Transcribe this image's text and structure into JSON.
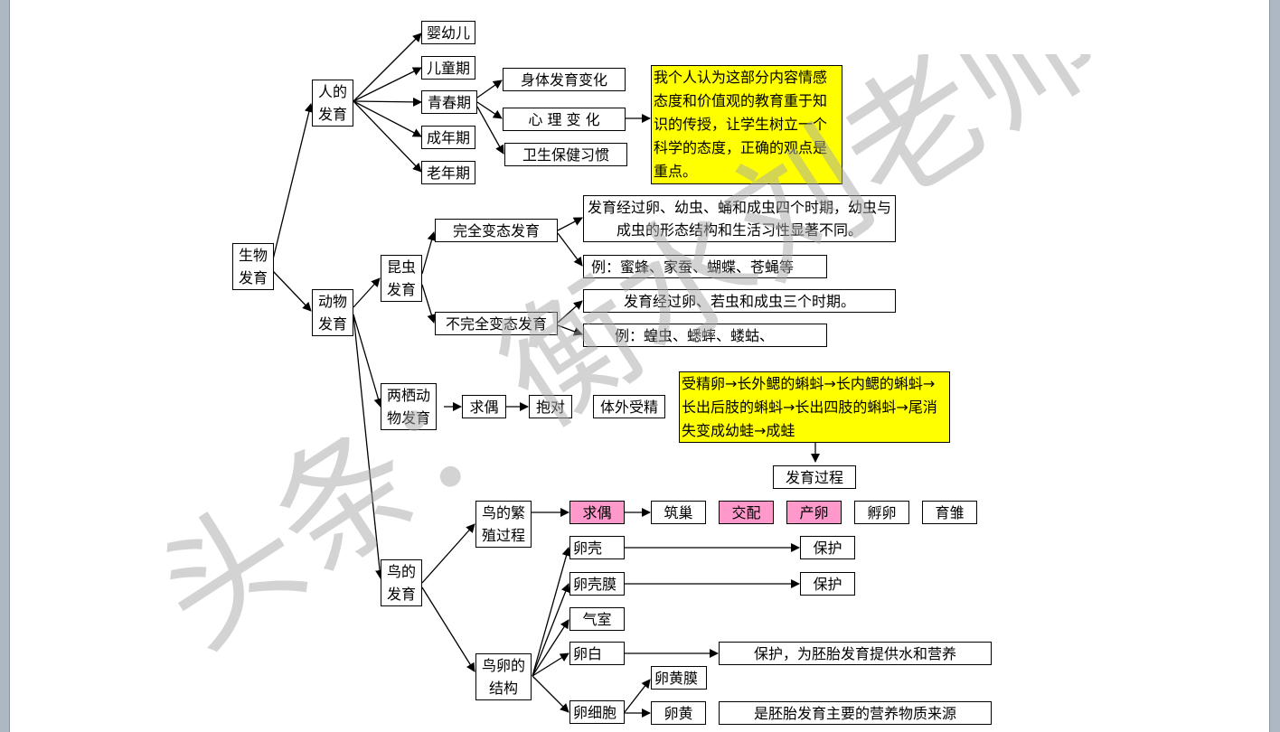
{
  "colors": {
    "highlight_yellow": "#ffff00",
    "highlight_pink": "#ff99cc",
    "line": "#000000",
    "watermark": "#c0c0c0"
  },
  "root": {
    "line1": "生物",
    "line2": "发育"
  },
  "human": {
    "line1": "人的",
    "line2": "发育",
    "stages": [
      "婴幼儿",
      "儿童期",
      "青春期",
      "成年期",
      "老年期"
    ],
    "puberty_items": [
      "身体发育变化",
      "心 理 变 化",
      "卫生保健习惯"
    ],
    "comment": "我个人认为这部分内容情感态度和价值观的教育重于知识的传授，让学生树立一个科学的态度，正确的观点是重点。"
  },
  "animal": {
    "line1": "动物",
    "line2": "发育"
  },
  "insect": {
    "line1": "昆虫",
    "line2": "发育",
    "complete": "完全变态发育",
    "complete_desc": "发育经过卵、幼虫、蛹和成虫四个时期，幼虫与成虫的形态结构和生活习性显著不同。",
    "complete_example": "例：蜜蜂、家蚕、蝴蝶、苍蝇等",
    "incomplete": "不完全变态发育",
    "incomplete_desc": "发育经过卵、若虫和成虫三个时期。",
    "incomplete_example": "例：蝗虫、蟋蟀、蝼蛄、"
  },
  "amphibian": {
    "line1": "两栖动",
    "line2": "物发育",
    "steps": [
      "求偶",
      "抱对",
      "体外受精"
    ],
    "process": "受精卵→长外鳃的蝌蚪→长内鳃的蝌蚪→长出后肢的蝌蚪→长出四肢的蝌蚪→尾消失变成幼蛙→成蛙",
    "process_label": "发育过程"
  },
  "bird": {
    "line1": "鸟的",
    "line2": "发育",
    "repro_line1": "鸟的繁",
    "repro_line2": "殖过程",
    "repro_steps": [
      "求偶",
      "筑巢",
      "交配",
      "产卵",
      "孵卵",
      "育雏"
    ],
    "egg_line1": "鸟卵的",
    "egg_line2": "结构",
    "parts": [
      "卵壳",
      "卵壳膜",
      "气室",
      "卵白",
      "卵细胞"
    ],
    "shell_fn": "保护",
    "membrane_fn": "保护",
    "albumen_fn": "保护，为胚胎发育提供水和营养",
    "cell_parts": [
      "卵黄膜",
      "卵黄"
    ],
    "yolk_fn": "是胚胎发育主要的营养物质来源"
  },
  "watermark": {
    "text": "头条：衡水刘老师"
  }
}
